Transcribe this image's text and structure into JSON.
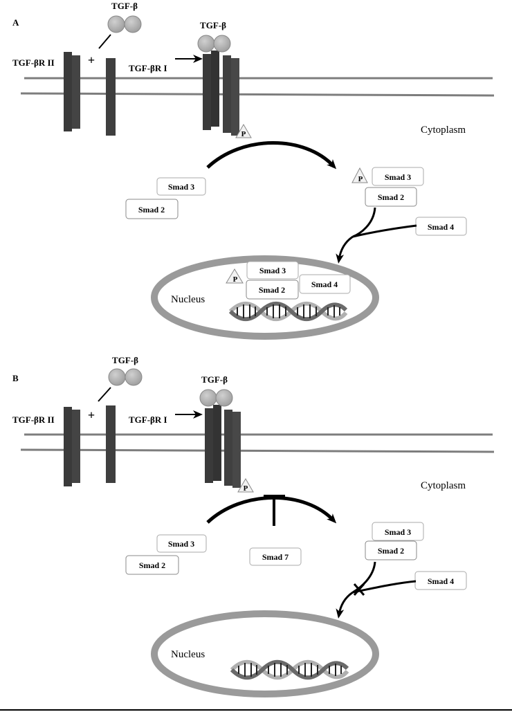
{
  "panels": [
    {
      "letter": "A",
      "receptor_ii": "TGF-βR II",
      "receptor_i": "TGF-βR I",
      "ligand_free": "TGF-β",
      "ligand_bound": "TGF-β",
      "plus": "+",
      "phospho": "P",
      "cytoplasm": "Cytoplasm",
      "nucleus": "Nucleus",
      "smad3_free": "Smad 3",
      "smad2_free": "Smad 2",
      "smad3_phos": "Smad 3",
      "smad2_phos": "Smad 2",
      "smad4": "Smad 4",
      "nuc_smad3": "Smad 3",
      "nuc_smad2": "Smad 2",
      "nuc_smad4": "Smad 4"
    },
    {
      "letter": "B",
      "receptor_ii": "TGF-βR II",
      "receptor_i": "TGF-βR I",
      "ligand_free": "TGF-β",
      "ligand_bound": "TGF-β",
      "plus": "+",
      "phospho": "P",
      "cytoplasm": "Cytoplasm",
      "nucleus": "Nucleus",
      "smad3_free": "Smad 3",
      "smad2_free": "Smad 2",
      "smad7": "Smad 7",
      "smad3_phos": "Smad 3",
      "smad2_phos": "Smad 2",
      "smad4": "Smad 4"
    }
  ]
}
